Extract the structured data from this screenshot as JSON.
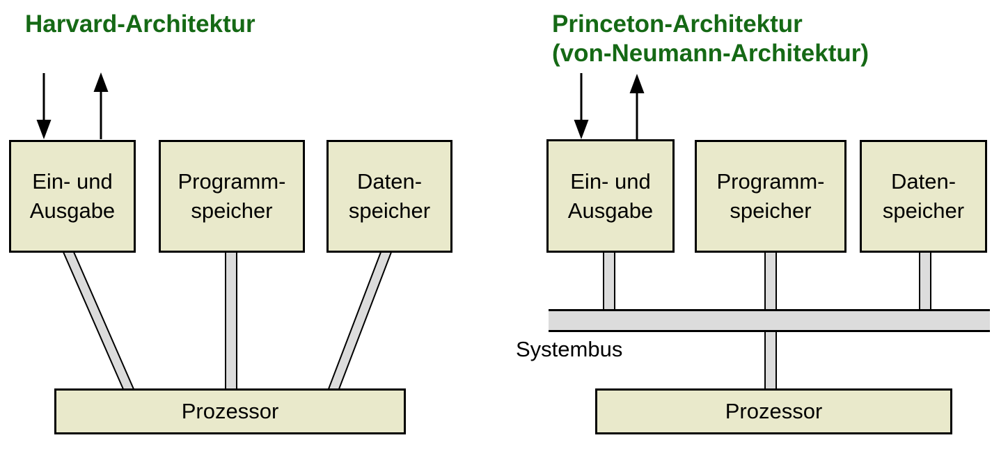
{
  "harvard": {
    "title": "Harvard-Architektur",
    "io_box": "Ein- und\nAusgabe",
    "program_memory_box": "Programm-\nspeicher",
    "data_memory_box": "Daten-\nspeicher",
    "processor_box": "Prozessor"
  },
  "princeton": {
    "title": "Princeton-Architektur",
    "subtitle": "(von-Neumann-Architektur)",
    "io_box": "Ein- und\nAusgabe",
    "program_memory_box": "Programm-\nspeicher",
    "data_memory_box": "Daten-\nspeicher",
    "processor_box": "Prozessor",
    "bus_label": "Systembus"
  },
  "colors": {
    "title_green": "#156915",
    "box_fill": "#e9e9cb",
    "connector_fill": "#dcdcdc",
    "outline": "#000000"
  }
}
